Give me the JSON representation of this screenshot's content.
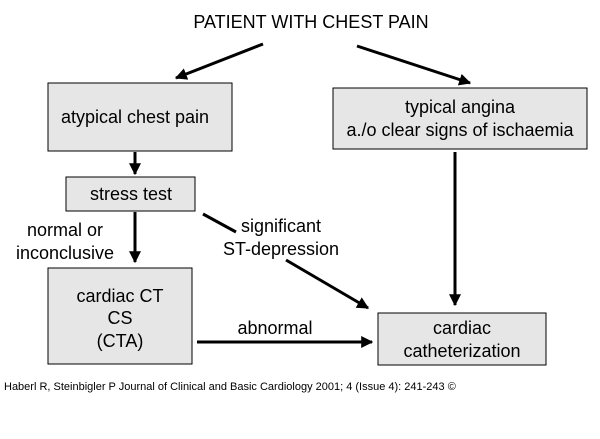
{
  "diagram": {
    "title": "PATIENT WITH CHEST PAIN",
    "nodes": {
      "atypical": {
        "lines": [
          "atypical chest pain"
        ]
      },
      "typical": {
        "lines": [
          "typical angina",
          "a./o clear signs of ischaemia"
        ]
      },
      "stress": {
        "lines": [
          "stress test"
        ]
      },
      "ct": {
        "lines": [
          "cardiac CT",
          "CS",
          "(CTA)"
        ]
      },
      "cath": {
        "lines": [
          "cardiac",
          "catheterization"
        ]
      }
    },
    "edge_labels": {
      "normal": [
        "normal or",
        "inconclusive"
      ],
      "significant": [
        "significant",
        "ST-depression"
      ],
      "abnormal": [
        "abnormal"
      ]
    }
  },
  "citation": {
    "text": "Haberl R, Steinbigler P Journal of Clinical and Basic Cardiology 2001; 4 (Issue 4): 241-243 ©"
  }
}
